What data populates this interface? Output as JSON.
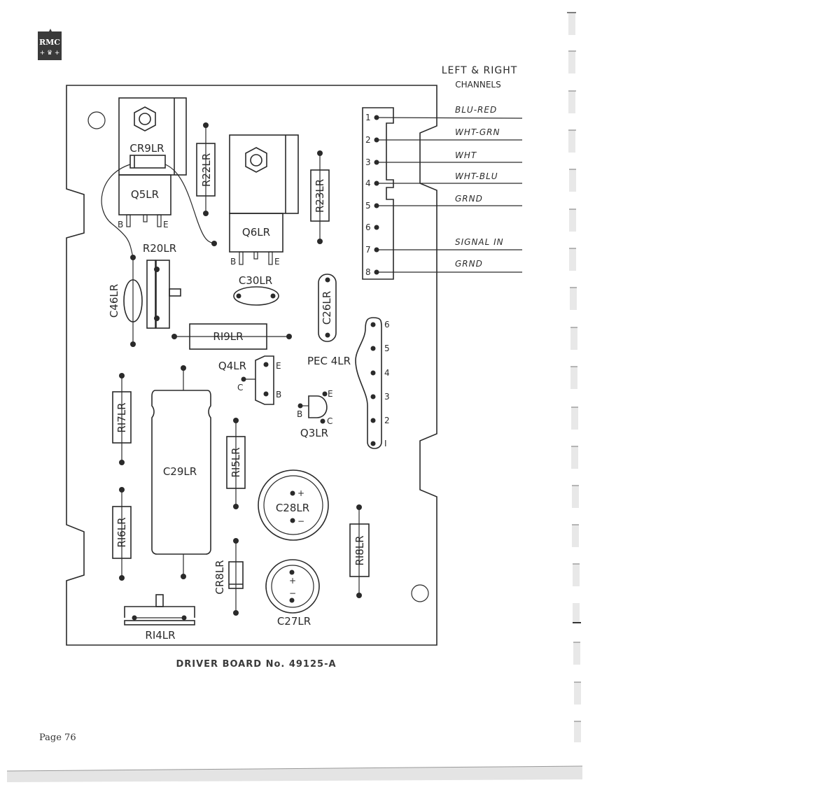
{
  "logo": {
    "text": "RMC"
  },
  "connector": {
    "header_line1": "LEFT & RIGHT",
    "header_line2": "CHANNELS",
    "pins": [
      {
        "num": "1",
        "wire": "BLU-RED"
      },
      {
        "num": "2",
        "wire": "WHT-GRN"
      },
      {
        "num": "3",
        "wire": "WHT"
      },
      {
        "num": "4",
        "wire": "WHT-BLU"
      },
      {
        "num": "5",
        "wire": "GRND"
      },
      {
        "num": "6",
        "wire": ""
      },
      {
        "num": "7",
        "wire": "SIGNAL IN"
      },
      {
        "num": "8",
        "wire": "GRND"
      }
    ]
  },
  "components": {
    "cr9": "CR9LR",
    "q5": "Q5LR",
    "r22": "R22LR",
    "q6": "Q6LR",
    "r23": "R23LR",
    "r20": "R20LR",
    "c46": "C46LR",
    "c30": "C30LR",
    "c26": "C26LR",
    "r19": "RI9LR",
    "q4": "Q4LR",
    "pec4": "PEC 4LR",
    "q3": "Q3LR",
    "r17": "RI7LR",
    "c29": "C29LR",
    "r15": "RI5LR",
    "c28": "C28LR",
    "r16": "RI6LR",
    "r18": "RI8LR",
    "cr8": "CR8LR",
    "c27": "C27LR",
    "r14": "RI4LR"
  },
  "pin_labels": {
    "b": "B",
    "e": "E",
    "c": "C",
    "plus": "+",
    "minus": "−",
    "pec_pins": [
      "6",
      "5",
      "4",
      "3",
      "2",
      "I"
    ]
  },
  "caption": "DRIVER BOARD No. 49125-A",
  "page": "Page 76"
}
